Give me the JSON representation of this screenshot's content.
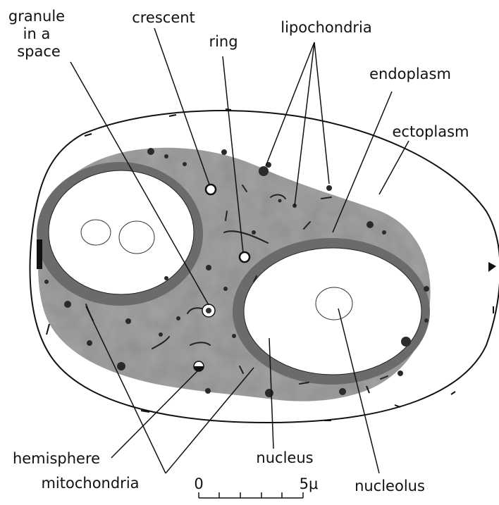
{
  "labels": {
    "granule_line1": "granule",
    "granule_line2": "in a",
    "granule_line3": "space",
    "crescent": "crescent",
    "ring": "ring",
    "lipochondria": "lipochondria",
    "endoplasm": "endoplasm",
    "ectoplasm": "ectoplasm",
    "hemisphere": "hemisphere",
    "mitochondria": "mitochondria",
    "nucleus": "nucleus",
    "nucleolus": "nucleolus"
  },
  "scale_bar": {
    "start_label": "0",
    "end_label": "5μ"
  },
  "colors": {
    "ink": "#111111",
    "endoplasm": "#8f8f8f",
    "nuclear_rim": "#6b6b6b",
    "nucleus_fill": "#ffffff",
    "granule": "#333333"
  }
}
